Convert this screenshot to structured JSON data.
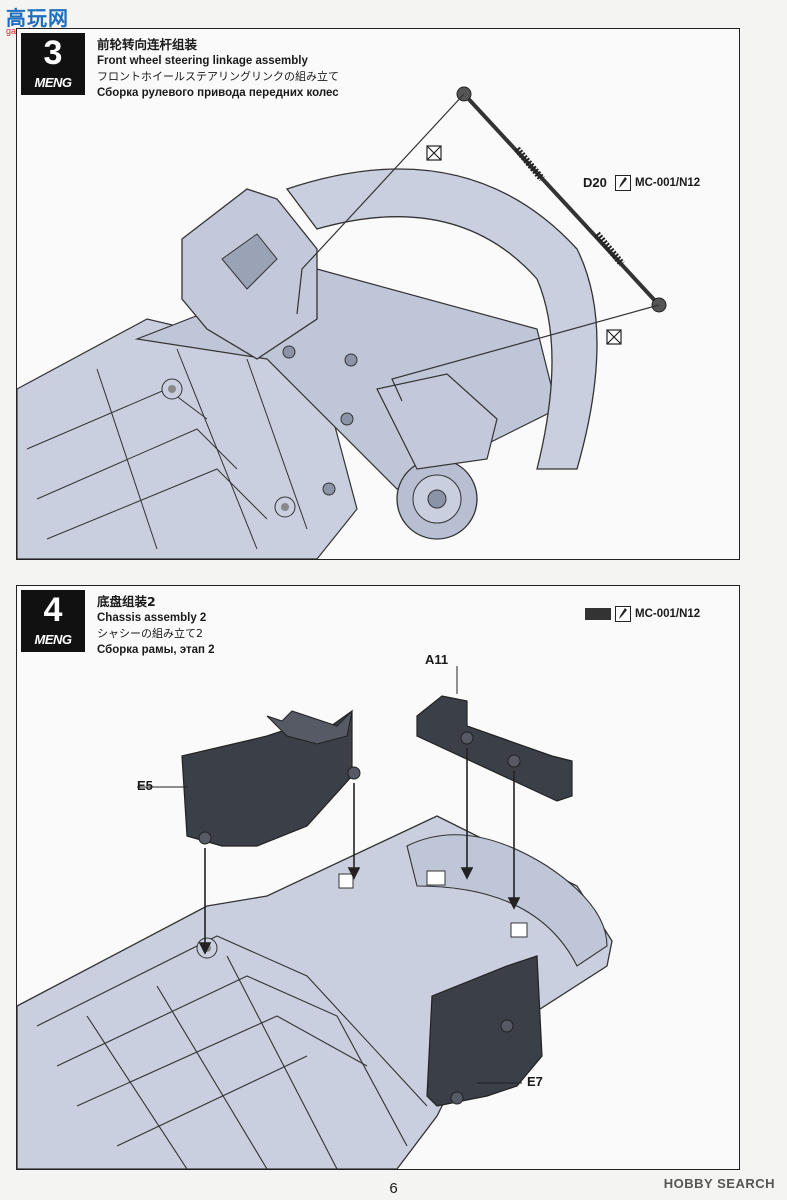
{
  "watermark_top": {
    "cn": "高玩网",
    "url": "gao-shou.com"
  },
  "step3": {
    "number": "3",
    "brand": "MENG",
    "title_cn": "前轮转向连杆组装",
    "title_en": "Front wheel steering linkage assembly",
    "title_jp": "フロントホイールステアリングリンクの組み立て",
    "title_ru": "Сборка рулевого привода передних колес",
    "part_label": "D20",
    "paint_code": "MC-001/N12"
  },
  "step4": {
    "number": "4",
    "brand": "MENG",
    "title_cn": "底盘组装2",
    "title_en": "Chassis assembly 2",
    "title_jp": "シャシーの組み立て2",
    "title_ru": "Сборка рамы, этап 2",
    "paint_code": "MC-001/N12",
    "labels": {
      "a11": "A11",
      "e5": "E5",
      "e7": "E7"
    }
  },
  "footer": {
    "page_number": "6",
    "brand": "HOBBY SEARCH"
  },
  "colors": {
    "part_fill": "#c9cfde",
    "part_dark": "#3b3f48",
    "frame": "#222222",
    "accent": "#1e6fc0"
  }
}
